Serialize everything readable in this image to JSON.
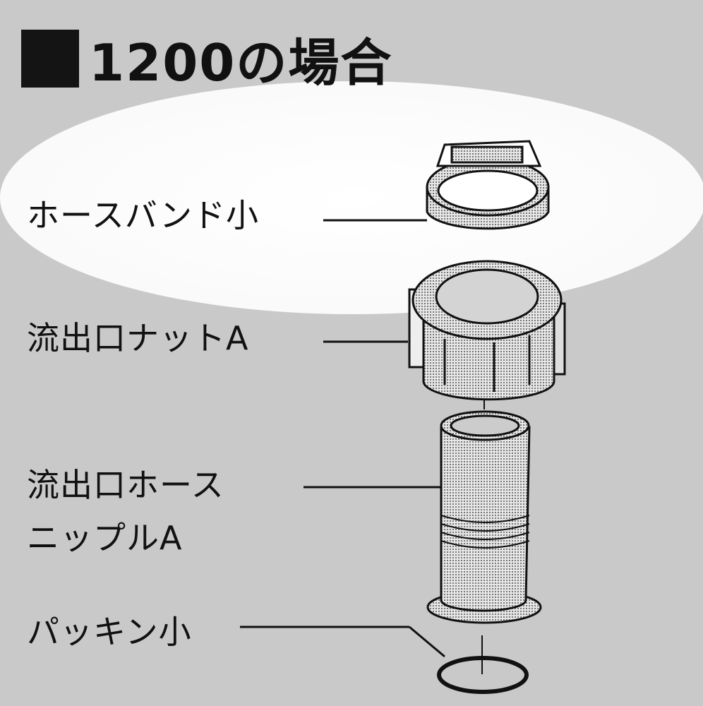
{
  "title": "1200の場合",
  "labels": {
    "hose_band": "ホースバンド小",
    "outlet_nut": "流出口ナットA",
    "outlet_nipple_line1": "流出口ホース",
    "outlet_nipple_line2": "ニップルA",
    "packing": "パッキン小"
  }
}
